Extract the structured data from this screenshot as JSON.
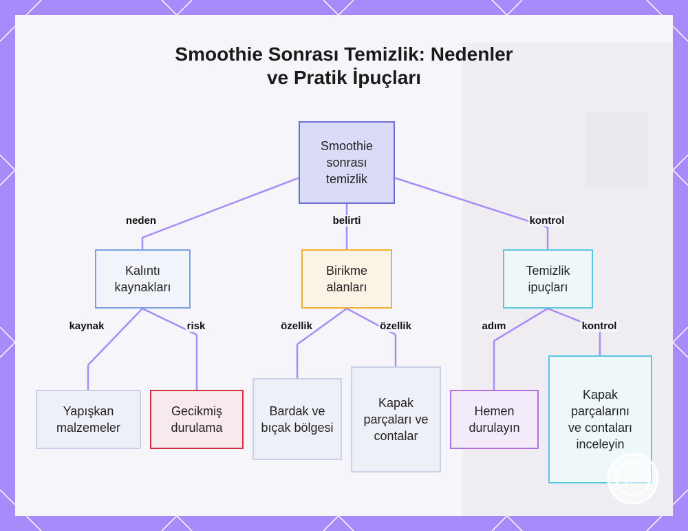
{
  "title_line1": "Smoothie Sonrası Temizlik: Nedenler",
  "title_line2": "ve Pratik İpuçları",
  "nodes": {
    "root": "Smoothie sonrası temizlik",
    "residue_sources": "Kalıntı kaynakları",
    "buildup_areas": "Birikme alanları",
    "cleaning_tips": "Temizlik ipuçları",
    "sticky": "Yapışkan malzemeler",
    "delayed": "Gecikmiş durulama",
    "cup_blade": "Bardak ve bıçak bölgesi",
    "lid_parts": "Kapak parçaları ve contalar",
    "rinse": "Hemen durulayın",
    "inspect": "Kapak parçalarını ve contaları inceleyin"
  },
  "edge_labels": {
    "neden": "neden",
    "belirti": "belirti",
    "kontrol_top": "kontrol",
    "kaynak": "kaynak",
    "risk": "risk",
    "ozellik_1": "özellik",
    "ozellik_2": "özellik",
    "adim": "adım",
    "kontrol_bottom": "kontrol"
  },
  "colors": {
    "frame": "#a78bfa",
    "edge": "#a78bfa",
    "root_border": "#6b6fd1",
    "root_fill": "#d9dbf7",
    "blue_border": "#7aa0e0",
    "orange_border": "#f0b030",
    "cyan_border": "#5ac8e0",
    "red_border": "#d03040",
    "purple_border": "#b070e0"
  }
}
